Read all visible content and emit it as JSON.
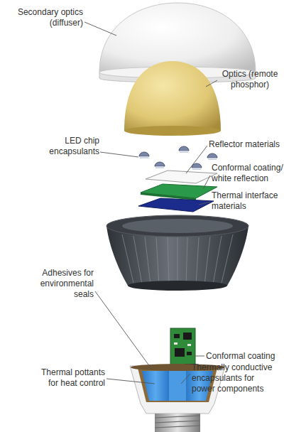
{
  "diagram": {
    "labels": [
      "Secondary optics (diffuser)",
      "Optics (remote phosphor)",
      "LED chip encapsulants",
      "Reflector materials",
      "Conformal coating/ white reflection",
      "Thermal interface materials",
      "Adhesives for environmental seals",
      "Conformal coating",
      "Thermal pottants for heat control",
      "Thermally conductive encapsulants for power components"
    ]
  }
}
